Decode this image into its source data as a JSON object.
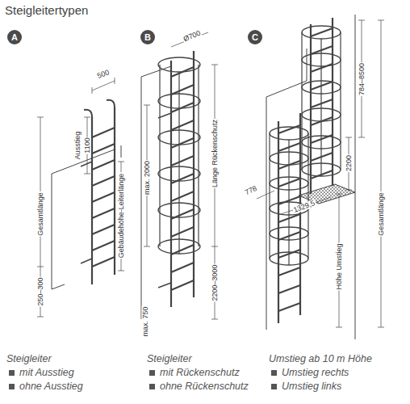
{
  "diagram": {
    "title": "Steigleitertypen",
    "nodes": [
      {
        "text": [
          "A"
        ]
      },
      {
        "text": [
          "B"
        ]
      },
      {
        "text": [
          "C"
        ]
      }
    ],
    "labels": [
      "500",
      "Ausstieg",
      "1100",
      "Gebäudehöhe-Leiterlänge",
      "Gesamtlänge",
      "250–300",
      "Ø700",
      "max. 2000",
      "Länge Rückenschutz",
      "2200–3000",
      "max. 750",
      "778",
      "1329,5",
      "2200",
      "784–8500",
      "Höhe Umstieg",
      "Gesamtlänge",
      "Steigleiter",
      "mit Ausstieg",
      "ohne Ausstieg",
      "Steigleiter",
      "mit Rückenschutz",
      "ohne Rückenschutz",
      "Umstieg ab 10 m Höhe",
      "Umstieg rechts",
      "Umstieg links"
    ]
  }
}
